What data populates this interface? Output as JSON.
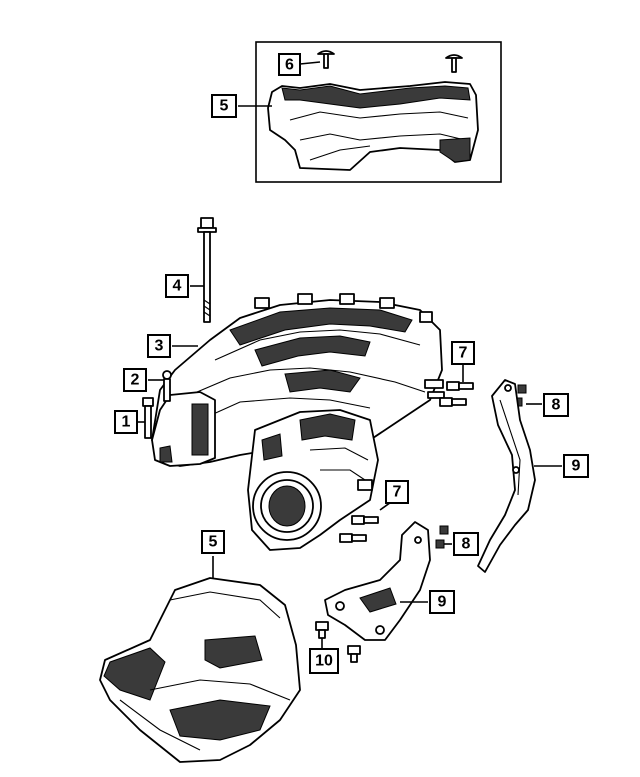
{
  "callouts": {
    "c1": "1",
    "c2": "2",
    "c3": "3",
    "c4": "4",
    "c5_top": "5",
    "c5_bottom": "5",
    "c6": "6",
    "c7_upper": "7",
    "c7_lower": "7",
    "c8_upper": "8",
    "c8_lower": "8",
    "c9_upper": "9",
    "c9_lower": "9",
    "c10": "10"
  }
}
